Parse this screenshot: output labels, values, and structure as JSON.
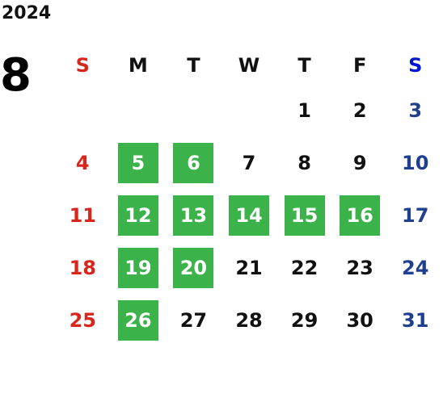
{
  "year": "2024",
  "month": "8",
  "weekdays": [
    "S",
    "M",
    "T",
    "W",
    "T",
    "F",
    "S"
  ],
  "weeks": [
    [
      "",
      "",
      "",
      "",
      "1",
      "2",
      "3"
    ],
    [
      "4",
      "5",
      "6",
      "7",
      "8",
      "9",
      "10"
    ],
    [
      "11",
      "12",
      "13",
      "14",
      "15",
      "16",
      "17"
    ],
    [
      "18",
      "19",
      "20",
      "21",
      "22",
      "23",
      "24"
    ],
    [
      "25",
      "26",
      "27",
      "28",
      "29",
      "30",
      "31"
    ]
  ],
  "highlighted_days": [
    "5",
    "6",
    "12",
    "13",
    "14",
    "15",
    "16",
    "19",
    "20",
    "26"
  ],
  "colors": {
    "highlight": "#3cb34a",
    "sunday": "#d9261c",
    "saturday": "#1f3f8f",
    "saturday_header": "#0018d6",
    "text": "#111111"
  }
}
